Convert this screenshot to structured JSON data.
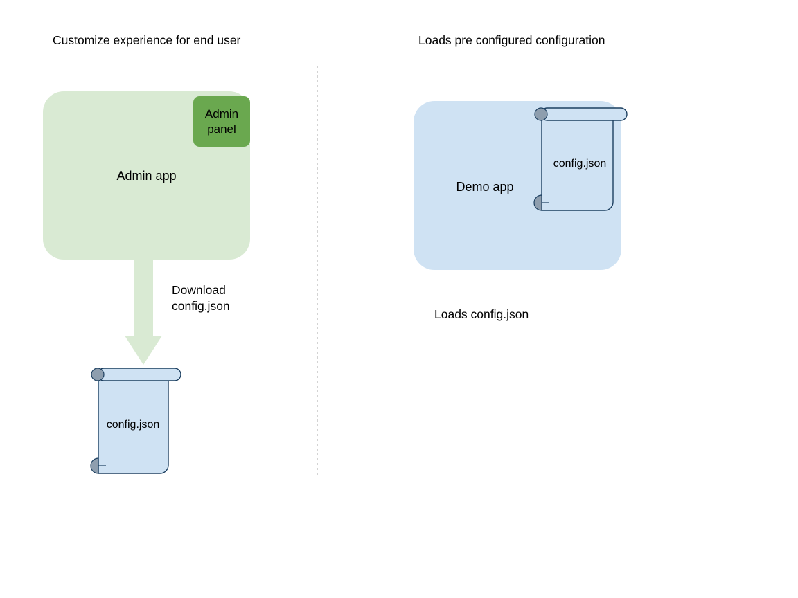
{
  "diagram": {
    "left_panel": {
      "heading": "Customize experience for end user",
      "app_box": {
        "label": "Admin app",
        "fill": "#d9ead3"
      },
      "admin_panel": {
        "label": "Admin panel",
        "label_line1": "Admin",
        "label_line2": "panel",
        "fill": "#6aa84f"
      },
      "arrow": {
        "name": "download-arrow",
        "direction": "down",
        "fill": "#d9ead3",
        "caption": "Download\nconfig.json"
      },
      "document": {
        "label": "config.json",
        "fill": "#cfe2f3",
        "stroke": "#1c3f60",
        "roll_fill": "#8e9eae"
      }
    },
    "right_panel": {
      "heading": "Loads pre configured configuration",
      "app_box": {
        "label": "Demo app",
        "fill": "#cfe2f3"
      },
      "document": {
        "label": "config.json",
        "fill": "#cfe2f3",
        "stroke": "#1c3f60",
        "roll_fill": "#8e9eae"
      },
      "caption": "Loads config.json"
    },
    "divider": {
      "style": "dotted",
      "color": "#c8c8c8"
    }
  }
}
